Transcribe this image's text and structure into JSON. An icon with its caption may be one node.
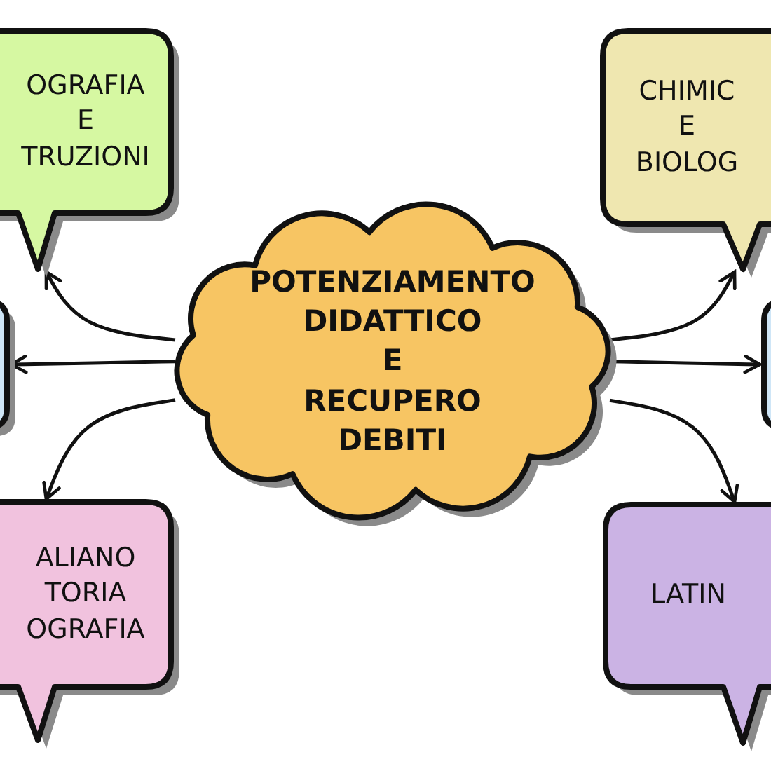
{
  "diagram": {
    "nodes": [
      {
        "text": [
          "POTENZIAMENTO DIDATTICO E RECUPERO DEBITI"
        ]
      },
      {
        "text": [
          "OGRAFIA E TRUZIONI"
        ]
      },
      {
        "text": [
          "CHIMIC E BIOLOG"
        ]
      },
      {
        "text": [],
        "shape": "box"
      },
      {
        "text": [],
        "shape": "box"
      },
      {
        "text": [
          "ALIANO TORIA OGRAFIA"
        ]
      },
      {
        "text": [
          "LATIN"
        ]
      }
    ],
    "edges": [
      {
        "from": 0,
        "to": 1,
        "arrow": "to"
      },
      {
        "from": 0,
        "to": 3,
        "arrow": "to"
      },
      {
        "from": 0,
        "to": 5,
        "arrow": "to"
      },
      {
        "from": 0,
        "to": 2,
        "arrow": "to"
      },
      {
        "from": 0,
        "to": 4,
        "arrow": "to"
      },
      {
        "from": 0,
        "to": 6,
        "arrow": "to"
      }
    ]
  }
}
